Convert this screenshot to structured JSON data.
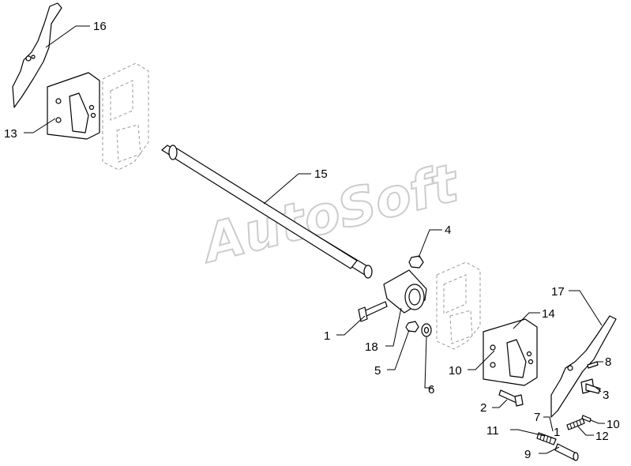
{
  "watermark": "AutoSoft",
  "labels": {
    "p1": "1",
    "p1b": "1",
    "p2": "2",
    "p3": "3",
    "p4": "4",
    "p5": "5",
    "p6": "6",
    "p7": "7",
    "p8": "8",
    "p9": "9",
    "p10a": "10",
    "p10b": "10",
    "p11": "11",
    "p12": "12",
    "p13": "13",
    "p14": "14",
    "p15": "15",
    "p16": "16",
    "p17": "17",
    "p18": "18"
  }
}
